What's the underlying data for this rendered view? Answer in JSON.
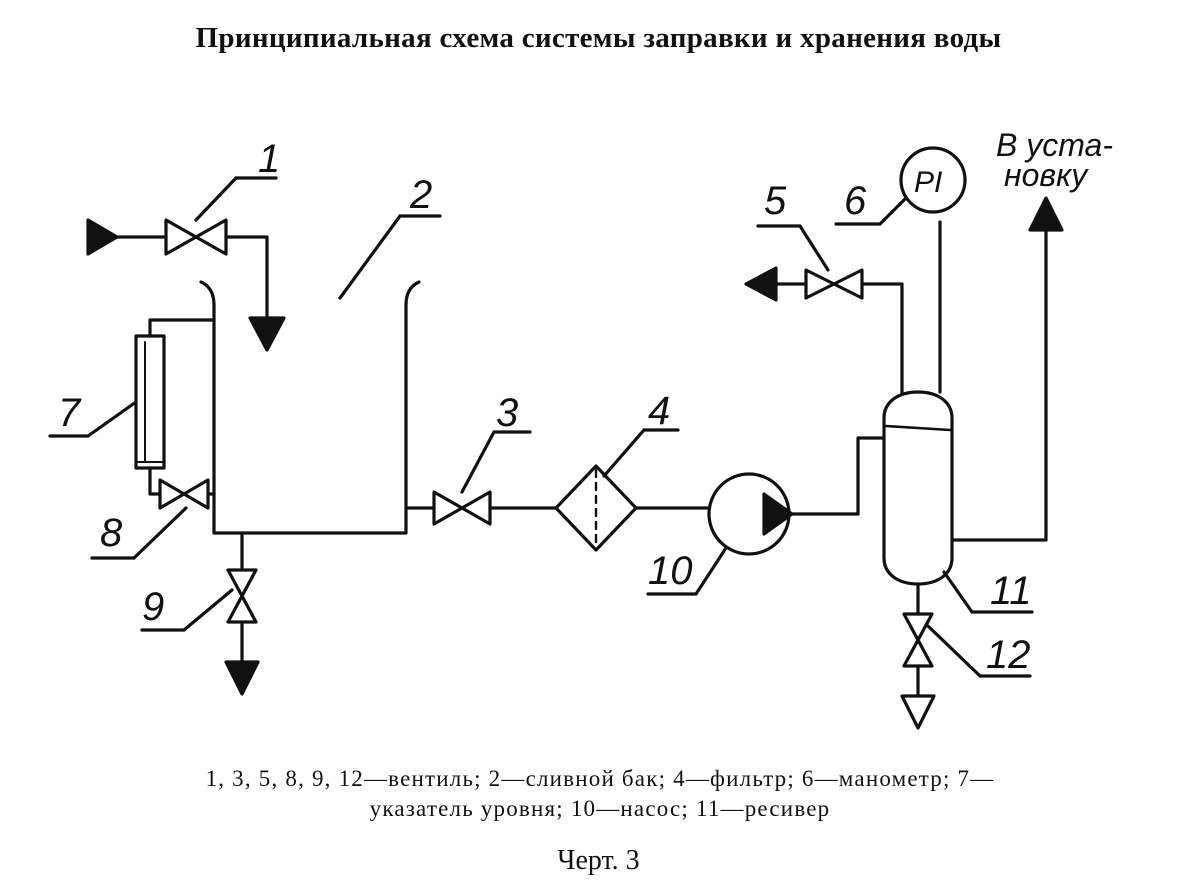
{
  "title": "Принципиальная схема системы заправки и хранения воды",
  "labels": {
    "l1": "1",
    "l2": "2",
    "l3": "3",
    "l4": "4",
    "l5": "5",
    "l6": "6",
    "l7": "7",
    "l8": "8",
    "l9": "9",
    "l10": "10",
    "l11": "11",
    "l12": "12",
    "gauge": "PI",
    "outlet_line1": "В уста-",
    "outlet_line2": "новку"
  },
  "legend": {
    "line1": "1, 3, 5, 8, 9, 12—вентиль; 2—сливной бак; 4—фильтр; 6—манометр; 7—",
    "line2": "указатель уровня; 10—насос; 11—ресивер"
  },
  "caption": "Черт. 3"
}
